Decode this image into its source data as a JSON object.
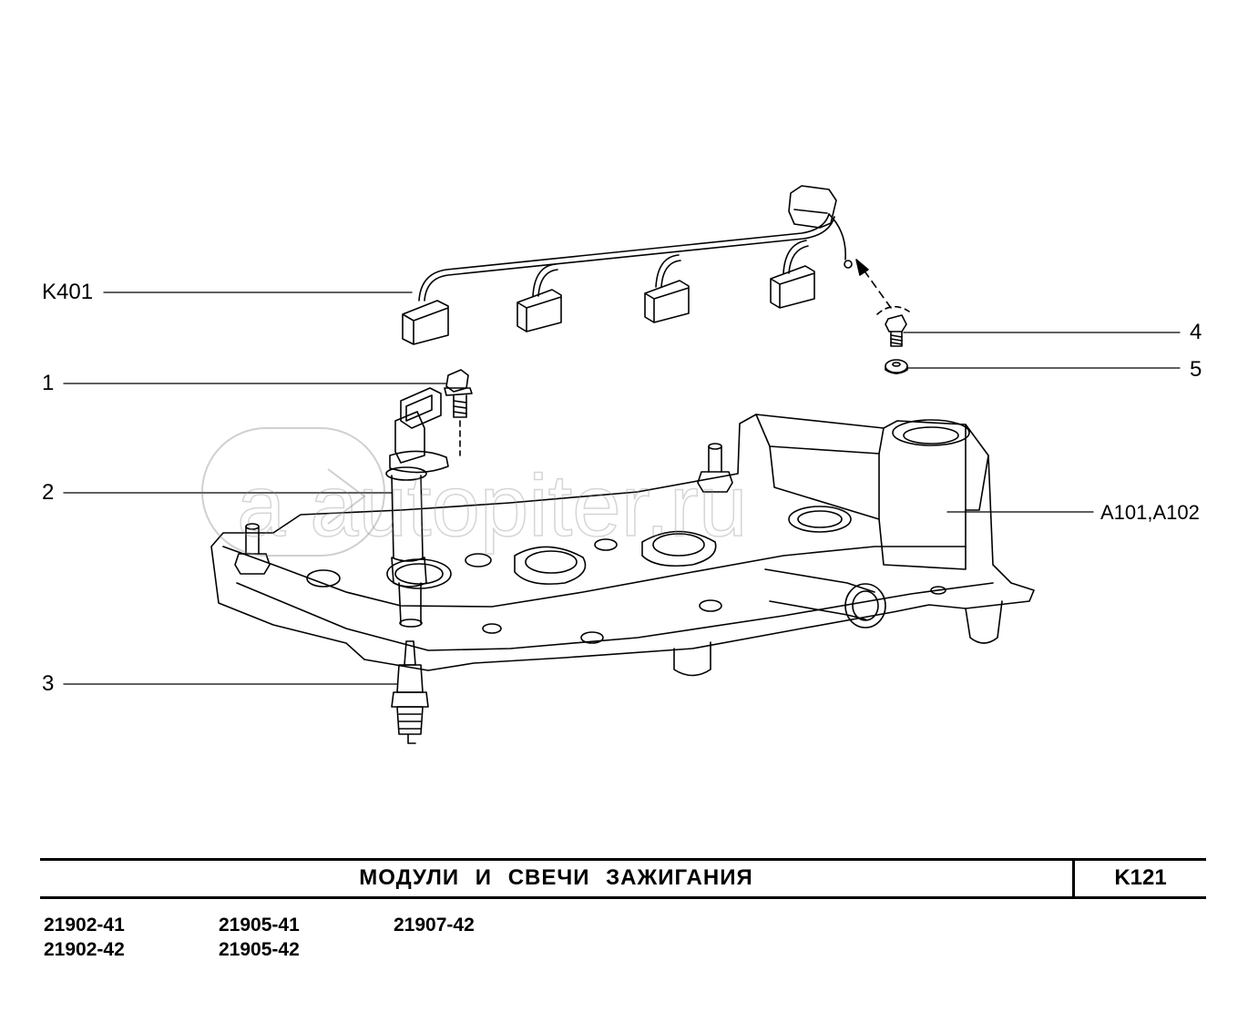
{
  "callouts": {
    "k401": "K401",
    "n1": "1",
    "n2": "2",
    "n3": "3",
    "n4": "4",
    "n5": "5",
    "a101": "A101,A102"
  },
  "watermark": "a autopiter.ru",
  "footer": {
    "title": "МОДУЛИ  И  СВЕЧИ  ЗАЖИГАНИЯ",
    "code": "K121",
    "models": [
      "21902-41",
      "21905-41",
      "21907-42",
      "21902-42",
      "21905-42"
    ]
  }
}
